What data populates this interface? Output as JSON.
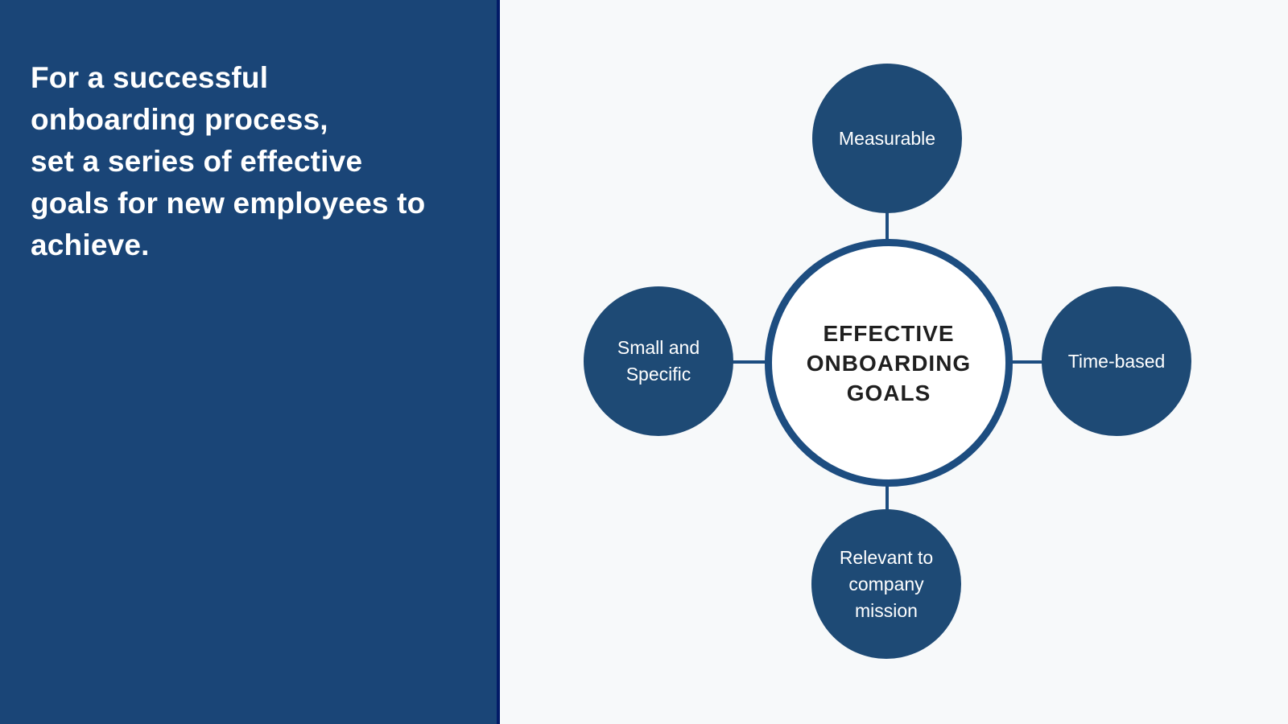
{
  "colors": {
    "panel_blue": "#1A4577",
    "panel_edge_navy": "#021A67",
    "canvas_bg": "#F7F9FA",
    "node_blue": "#1E4A75",
    "center_border_blue": "#1D4D80",
    "center_fill": "#FFFFFF",
    "center_text": "#1F1F1F",
    "node_text": "#FFFFFF"
  },
  "left_panel": {
    "intro_text": "For a successful\nonboarding process,\nset a series of effective\ngoals for new employees to\nachieve."
  },
  "diagram": {
    "center": {
      "label": "EFFECTIVE\nONBOARDING\nGOALS"
    },
    "nodes": [
      {
        "id": "measurable",
        "position": "top",
        "label": "Measurable"
      },
      {
        "id": "time-based",
        "position": "right",
        "label": "Time-based"
      },
      {
        "id": "relevant-to-mission",
        "position": "bottom",
        "label": "Relevant to\ncompany\nmission"
      },
      {
        "id": "small-and-specific",
        "position": "left",
        "label": "Small and\nSpecific"
      }
    ]
  }
}
